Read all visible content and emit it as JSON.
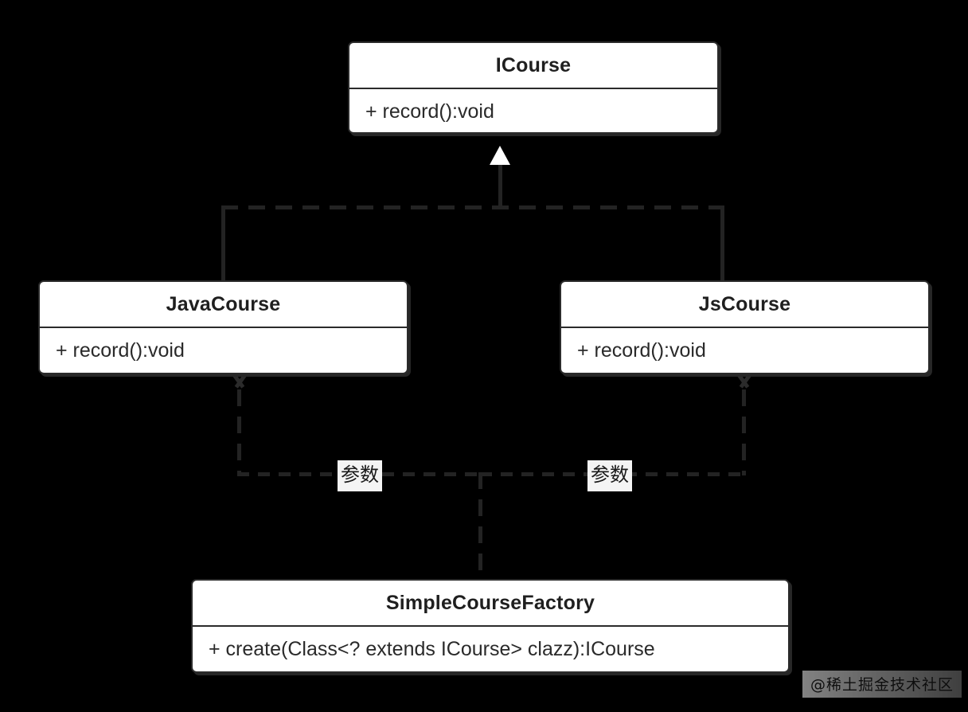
{
  "diagram": {
    "type": "uml-class-diagram",
    "background_color": "#000000",
    "box_fill_color": "#ffffff",
    "box_border_color": "#2b2b2b",
    "connector_color": "#232323",
    "title": "",
    "classes": [
      {
        "id": "icourse",
        "name": "ICourse",
        "stereotype": "interface",
        "members": [
          "+ record():void"
        ]
      },
      {
        "id": "javacourse",
        "name": "JavaCourse",
        "stereotype": "class",
        "members": [
          "+ record():void"
        ]
      },
      {
        "id": "jscourse",
        "name": "JsCourse",
        "stereotype": "class",
        "members": [
          "+ record():void"
        ]
      },
      {
        "id": "factory",
        "name": "SimpleCourseFactory",
        "stereotype": "class",
        "members": [
          "+ create(Class<? extends ICourse> clazz):ICourse"
        ]
      }
    ],
    "relations": [
      {
        "id": "rel-java-icourse",
        "kind": "realization",
        "from": "JavaCourse",
        "to": "ICourse",
        "line_style": "dashed",
        "arrowhead": "hollow-triangle",
        "label": ""
      },
      {
        "id": "rel-js-icourse",
        "kind": "realization",
        "from": "JsCourse",
        "to": "ICourse",
        "line_style": "dashed",
        "arrowhead": "hollow-triangle",
        "label": ""
      },
      {
        "id": "rel-factory-java",
        "kind": "dependency",
        "from": "SimpleCourseFactory",
        "to": "JavaCourse",
        "line_style": "dashed",
        "arrowhead": "open-arrow",
        "label": "参数"
      },
      {
        "id": "rel-factory-js",
        "kind": "dependency",
        "from": "SimpleCourseFactory",
        "to": "JsCourse",
        "line_style": "dashed",
        "arrowhead": "open-arrow",
        "label": "参数"
      }
    ]
  },
  "watermark": {
    "text": "@稀土掘金技术社区"
  }
}
